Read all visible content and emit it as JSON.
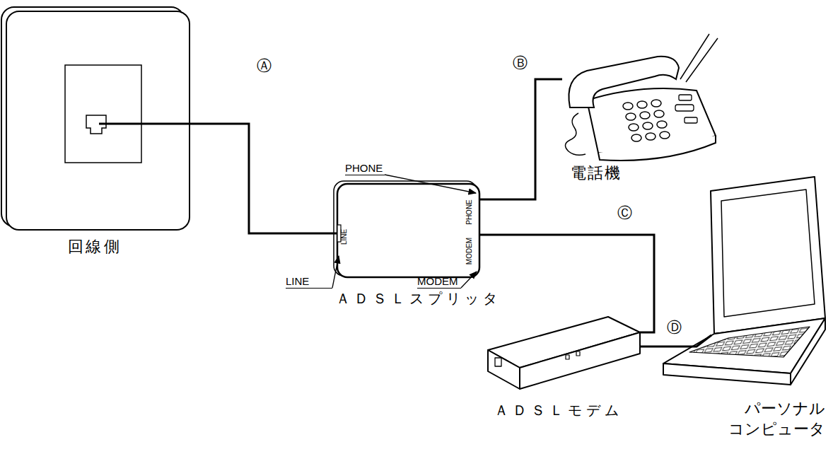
{
  "diagram": {
    "nodes": [
      {
        "text": [
          "回線側"
        ]
      },
      {
        "text": [
          "LINE",
          "PHONE",
          "MODEM",
          "ＡＤＳＬスプリッタ"
        ]
      },
      {
        "text": [
          "電話機"
        ]
      },
      {
        "text": [
          "ＡＤＳＬモデム"
        ]
      },
      {
        "text": [
          "パーソナル コンピュータ"
        ]
      }
    ],
    "edges": [
      {
        "from": 0,
        "to": 1,
        "arrow": "none",
        "label": "Ⓐ"
      },
      {
        "from": 1,
        "to": 2,
        "arrow": "none",
        "label": "Ⓑ"
      },
      {
        "from": 1,
        "to": 3,
        "arrow": "none",
        "label": "Ⓒ"
      },
      {
        "from": 3,
        "to": 4,
        "arrow": "none",
        "label": "Ⓓ"
      }
    ],
    "labels": [
      "PHONE",
      "LINE",
      "MODEM"
    ]
  }
}
